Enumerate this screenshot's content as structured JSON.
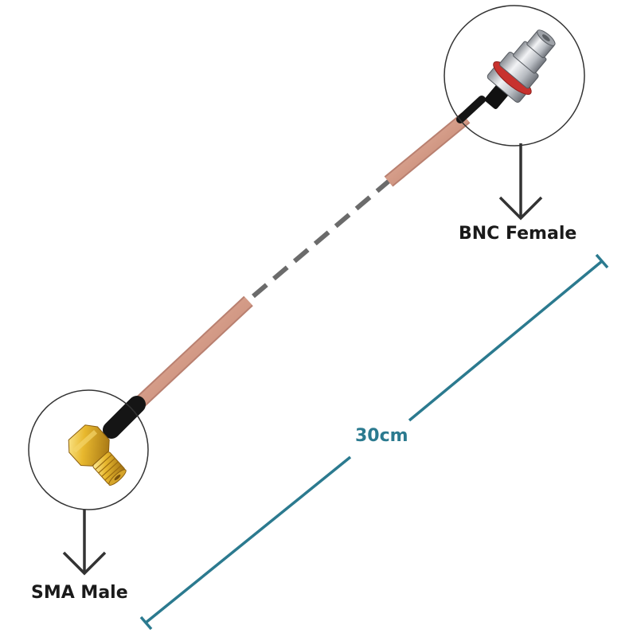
{
  "labels": {
    "bnc": "BNC Female",
    "sma": "SMA Male",
    "length": "30cm"
  },
  "colors": {
    "cable": "#d7a592",
    "cable_shadow": "#b98070",
    "dashes": "#6b6b6b",
    "dimension_line": "#2b7a8f",
    "gold": "#e0b23a",
    "gold_dark": "#a8781a",
    "silver": "#c9ccd0",
    "gasket": "#c8322e",
    "arrow": "#333333"
  },
  "icons": {
    "bnc_connector": "bnc-female-connector-icon",
    "sma_connector": "sma-male-connector-icon",
    "down_arrow": "down-arrow-icon"
  }
}
